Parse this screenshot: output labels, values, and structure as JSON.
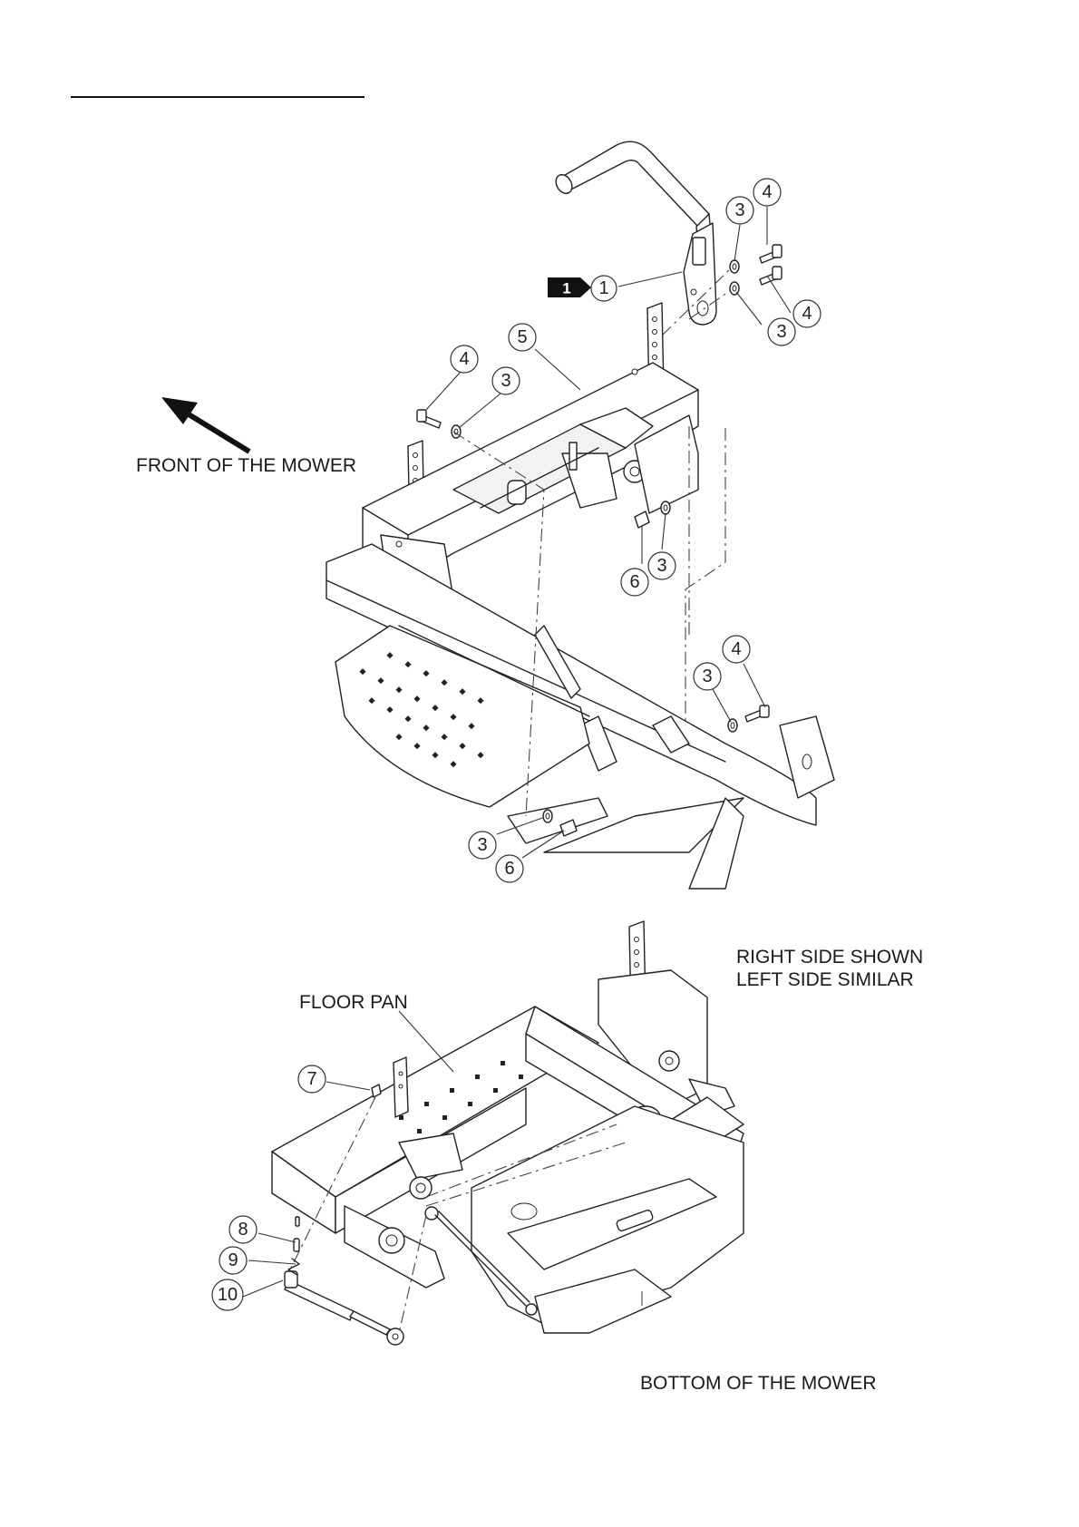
{
  "labels": {
    "front": "FRONT OF THE MOWER",
    "floor_pan": "FLOOR PAN",
    "right_side_1": "RIGHT SIDE SHOWN",
    "right_side_2": "LEFT SIDE SIMILAR",
    "bottom": "BOTTOM OF THE MOWER",
    "tag": "1",
    "small_mark": "I"
  },
  "callouts": {
    "c1": "1",
    "c3a": "3",
    "c4a": "4",
    "c4b": "4",
    "c3b": "3",
    "c5": "5",
    "c4c": "4",
    "c3c": "3",
    "c6a": "6",
    "c3d": "3",
    "c4d": "4",
    "c3e": "3",
    "c3f": "3",
    "c6b": "6",
    "c7": "7",
    "c8": "8",
    "c9": "9",
    "c10": "10"
  }
}
